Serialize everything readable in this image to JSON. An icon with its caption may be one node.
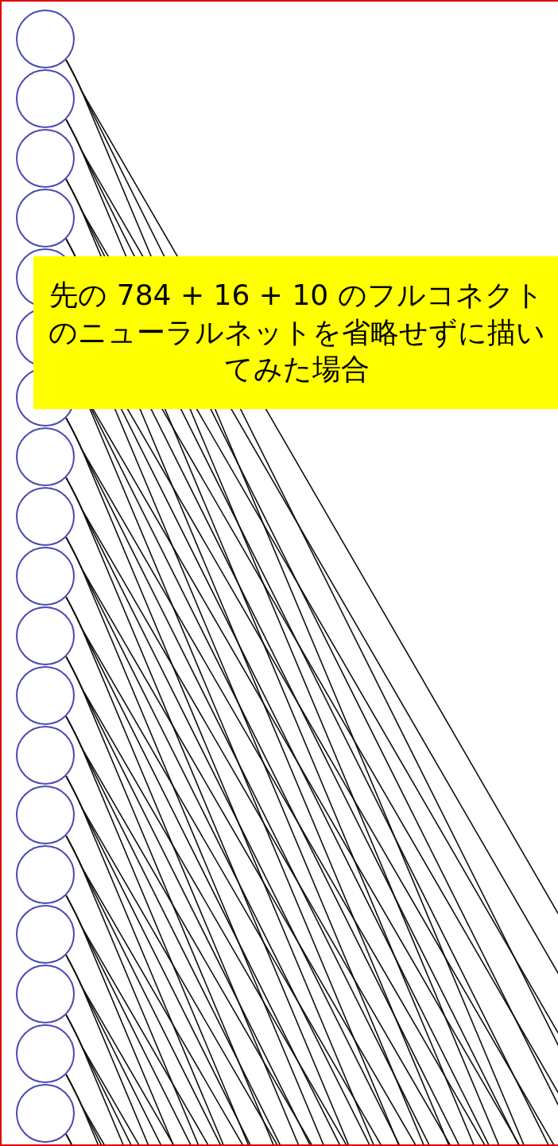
{
  "diagram": {
    "nodes": [
      {
        "text": [],
        "shape": "circle"
      },
      {
        "text": [],
        "shape": "circle"
      },
      {
        "text": [],
        "shape": "circle"
      },
      {
        "text": [],
        "shape": "circle"
      },
      {
        "text": [],
        "shape": "circle"
      },
      {
        "text": [],
        "shape": "circle"
      },
      {
        "text": [],
        "shape": "circle"
      },
      {
        "text": [],
        "shape": "circle"
      },
      {
        "text": [],
        "shape": "circle"
      },
      {
        "text": [],
        "shape": "circle"
      },
      {
        "text": [],
        "shape": "circle"
      },
      {
        "text": [],
        "shape": "circle"
      },
      {
        "text": [],
        "shape": "circle"
      },
      {
        "text": [],
        "shape": "circle"
      },
      {
        "text": [],
        "shape": "circle"
      },
      {
        "text": [],
        "shape": "circle"
      },
      {
        "text": [],
        "shape": "circle"
      },
      {
        "text": [],
        "shape": "circle"
      },
      {
        "text": [],
        "shape": "circle"
      },
      {
        "text": [
          "先の 784 + 16 + 10 のフルコネクトのニューラルネットを省略せずに描いてみた場合"
        ]
      }
    ],
    "edges": [
      {
        "from": 0,
        "to": null,
        "arrow": "none"
      },
      {
        "from": 0,
        "to": null,
        "arrow": "none"
      },
      {
        "from": 0,
        "to": null,
        "arrow": "none"
      },
      {
        "from": 1,
        "to": null,
        "arrow": "none"
      },
      {
        "from": 1,
        "to": null,
        "arrow": "none"
      },
      {
        "from": 1,
        "to": null,
        "arrow": "none"
      },
      {
        "from": 2,
        "to": null,
        "arrow": "none"
      },
      {
        "from": 2,
        "to": null,
        "arrow": "none"
      },
      {
        "from": 2,
        "to": null,
        "arrow": "none"
      },
      {
        "from": 3,
        "to": null,
        "arrow": "none"
      },
      {
        "from": 3,
        "to": null,
        "arrow": "none"
      },
      {
        "from": 3,
        "to": null,
        "arrow": "none"
      },
      {
        "from": 4,
        "to": null,
        "arrow": "none"
      },
      {
        "from": 4,
        "to": null,
        "arrow": "none"
      },
      {
        "from": 4,
        "to": null,
        "arrow": "none"
      },
      {
        "from": 5,
        "to": null,
        "arrow": "none"
      },
      {
        "from": 5,
        "to": null,
        "arrow": "none"
      },
      {
        "from": 5,
        "to": null,
        "arrow": "none"
      },
      {
        "from": 6,
        "to": null,
        "arrow": "none"
      },
      {
        "from": 6,
        "to": null,
        "arrow": "none"
      },
      {
        "from": 6,
        "to": null,
        "arrow": "none"
      },
      {
        "from": 7,
        "to": null,
        "arrow": "none"
      },
      {
        "from": 7,
        "to": null,
        "arrow": "none"
      },
      {
        "from": 7,
        "to": null,
        "arrow": "none"
      },
      {
        "from": 8,
        "to": null,
        "arrow": "none"
      },
      {
        "from": 8,
        "to": null,
        "arrow": "none"
      },
      {
        "from": 8,
        "to": null,
        "arrow": "none"
      },
      {
        "from": 9,
        "to": null,
        "arrow": "none"
      },
      {
        "from": 9,
        "to": null,
        "arrow": "none"
      },
      {
        "from": 9,
        "to": null,
        "arrow": "none"
      },
      {
        "from": 10,
        "to": null,
        "arrow": "none"
      },
      {
        "from": 10,
        "to": null,
        "arrow": "none"
      },
      {
        "from": 10,
        "to": null,
        "arrow": "none"
      },
      {
        "from": 11,
        "to": null,
        "arrow": "none"
      },
      {
        "from": 11,
        "to": null,
        "arrow": "none"
      },
      {
        "from": 11,
        "to": null,
        "arrow": "none"
      },
      {
        "from": 12,
        "to": null,
        "arrow": "none"
      },
      {
        "from": 12,
        "to": null,
        "arrow": "none"
      },
      {
        "from": 12,
        "to": null,
        "arrow": "none"
      },
      {
        "from": 13,
        "to": null,
        "arrow": "none"
      },
      {
        "from": 13,
        "to": null,
        "arrow": "none"
      },
      {
        "from": 13,
        "to": null,
        "arrow": "none"
      },
      {
        "from": 14,
        "to": null,
        "arrow": "none"
      },
      {
        "from": 14,
        "to": null,
        "arrow": "none"
      },
      {
        "from": 14,
        "to": null,
        "arrow": "none"
      },
      {
        "from": 15,
        "to": null,
        "arrow": "none"
      },
      {
        "from": 15,
        "to": null,
        "arrow": "none"
      },
      {
        "from": 15,
        "to": null,
        "arrow": "none"
      },
      {
        "from": 16,
        "to": null,
        "arrow": "none"
      },
      {
        "from": 16,
        "to": null,
        "arrow": "none"
      },
      {
        "from": 16,
        "to": null,
        "arrow": "none"
      },
      {
        "from": 17,
        "to": null,
        "arrow": "none"
      },
      {
        "from": 17,
        "to": null,
        "arrow": "none"
      },
      {
        "from": 17,
        "to": null,
        "arrow": "none"
      },
      {
        "from": 18,
        "to": null,
        "arrow": "none"
      },
      {
        "from": 18,
        "to": null,
        "arrow": "none"
      },
      {
        "from": 18,
        "to": null,
        "arrow": "none"
      }
    ]
  }
}
